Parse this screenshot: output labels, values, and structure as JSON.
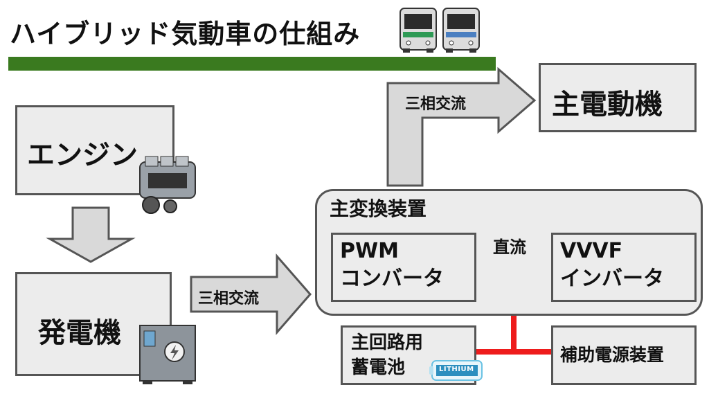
{
  "title": "ハイブリッド気動車の仕組み",
  "colors": {
    "title_bar": "#3a7a1f",
    "box_fill": "#ececec",
    "box_border": "#555555",
    "dc_line": "#ee1c1c",
    "arrow_fill": "#d9d9d9"
  },
  "blocks": {
    "engine": "エンジン",
    "generator": "発電機",
    "main_motor": "主電動機",
    "main_converter_title": "主変換装置",
    "pwm_line1": "PWM",
    "pwm_line2": "コンバータ",
    "vvvf_line1": "VVVF",
    "vvvf_line2": "インバータ",
    "battery_line1": "主回路用",
    "battery_line2": "蓄電池",
    "aux_power": "補助電源装置"
  },
  "connections": {
    "gen_to_converter": "三相交流",
    "converter_to_motor": "三相交流",
    "dc_link": "直流"
  },
  "icons": {
    "train": "train-icon",
    "engine": "engine-icon",
    "generator": "generator-icon",
    "battery": "lithium-battery-icon",
    "battery_text": "LITHIUM"
  }
}
